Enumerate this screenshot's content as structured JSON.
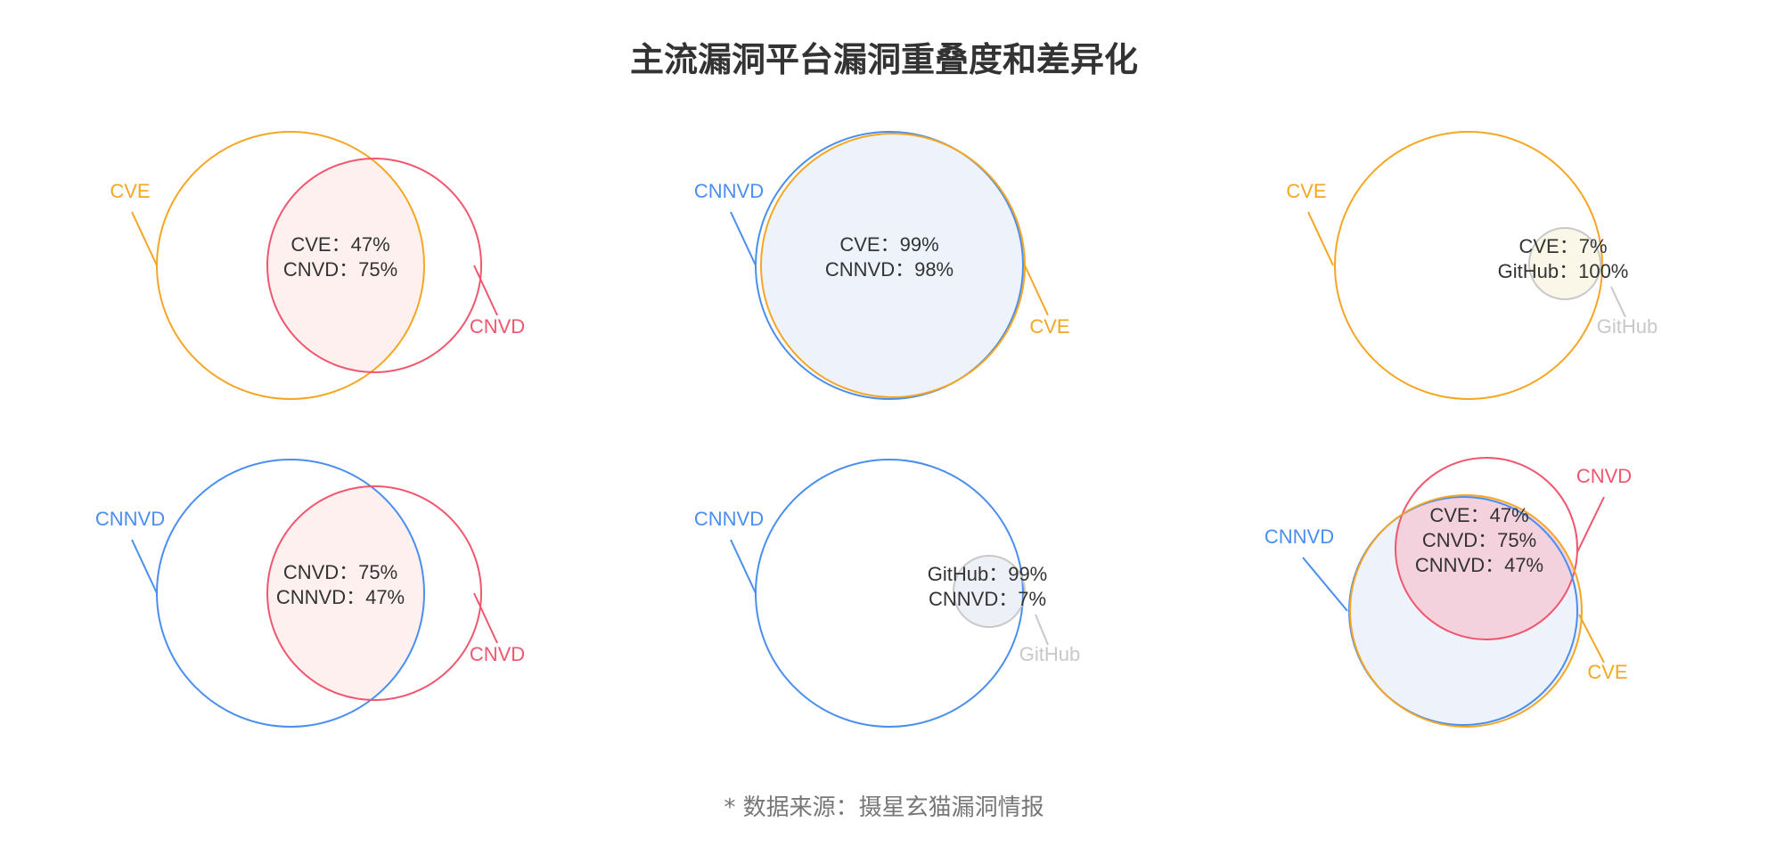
{
  "title": "主流漏洞平台漏洞重叠度和差异化",
  "footer": "* 数据来源：摄星玄猫漏洞情报",
  "colors": {
    "CVE": "#f5a623",
    "CNVD": "#f0566e",
    "CNNVD": "#4a8eef",
    "GitHub": "#c8c8c8"
  },
  "chart_data": [
    {
      "type": "venn",
      "sets": [
        "CVE",
        "CNVD"
      ],
      "overlap_labels": [
        "CVE：47%",
        "CNVD：75%"
      ],
      "overlap_fill": "#fff0f0"
    },
    {
      "type": "venn",
      "sets": [
        "CNNVD",
        "CVE"
      ],
      "overlap_labels": [
        "CVE：99%",
        "CNNVD：98%"
      ],
      "overlap_fill": "#eef3fb"
    },
    {
      "type": "venn",
      "sets": [
        "CVE",
        "GitHub"
      ],
      "overlap_labels": [
        "CVE：7%",
        "GitHub：100%"
      ],
      "overlap_fill": "#fbf7e8"
    },
    {
      "type": "venn",
      "sets": [
        "CNNVD",
        "CNVD"
      ],
      "overlap_labels": [
        "CNVD：75%",
        "CNNVD：47%"
      ],
      "overlap_fill": "#fff0f0"
    },
    {
      "type": "venn",
      "sets": [
        "CNNVD",
        "GitHub"
      ],
      "overlap_labels": [
        "GitHub：99%",
        "CNNVD：7%"
      ],
      "overlap_fill": "#eef0f8"
    },
    {
      "type": "venn",
      "sets": [
        "CNVD",
        "CNNVD",
        "CVE"
      ],
      "overlap_labels": [
        "CVE：47%",
        "CNVD：75%",
        "CNNVD：47%"
      ],
      "overlap_fill": "#f4d2dd",
      "outer_fill": "#eef3fb"
    }
  ]
}
